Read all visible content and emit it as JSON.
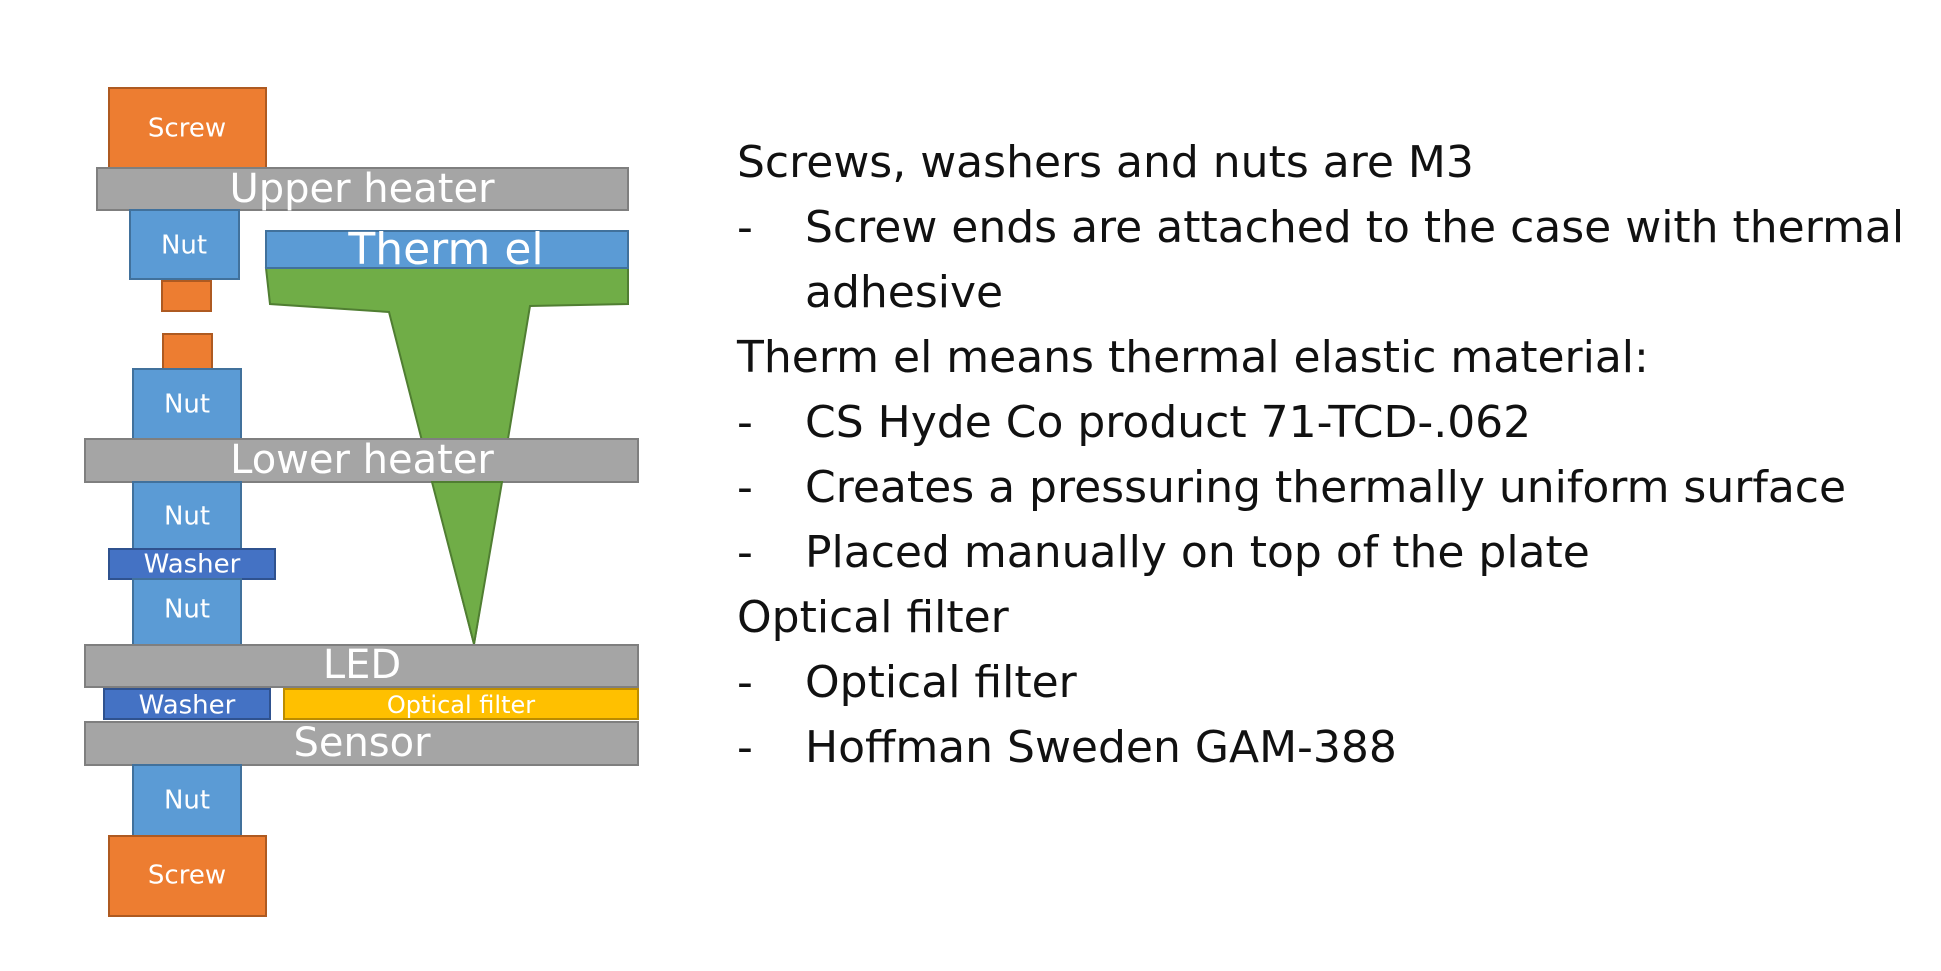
{
  "colors": {
    "screw": "#ED7D31",
    "screw_border": "#AE5A21",
    "nut": "#5B9BD5",
    "nut_border": "#41719C",
    "washer": "#4472C4",
    "washer_border": "#2F528F",
    "plate": "#A5A5A5",
    "plate_border": "#7F7F7F",
    "therm_el": "#70AD47",
    "therm_el_border": "#507E32",
    "optical_filter": "#FFC000",
    "optical_filter_border": "#BC8C00"
  },
  "diagram": {
    "screw_top": "Screw",
    "upper_heater": "Upper heater",
    "nut_upper": "Nut",
    "therm_el": "Therm el",
    "nut_middle": "Nut",
    "lower_heater": "Lower heater",
    "nut_lower_1": "Nut",
    "washer_upper": "Washer",
    "nut_lower_2": "Nut",
    "led": "LED",
    "washer_lower": "Washer",
    "optical_filter": "Optical filter",
    "sensor": "Sensor",
    "nut_bottom": "Nut",
    "screw_bottom": "Screw"
  },
  "notes": {
    "heading_fasteners": "Screws, washers and nuts are M3",
    "fasteners_items": [
      "Screw ends are attached to the case with thermal adhesive"
    ],
    "heading_therm_el": "Therm el means thermal elastic material:",
    "therm_el_items": [
      "CS Hyde Co product 71-TCD-.062",
      "Creates a pressuring thermally uniform surface",
      "Placed manually on top of the plate"
    ],
    "heading_optical": "Optical filter",
    "optical_items": [
      "Optical filter",
      "Hoffman Sweden GAM-388"
    ],
    "bullet_marker": "-"
  }
}
